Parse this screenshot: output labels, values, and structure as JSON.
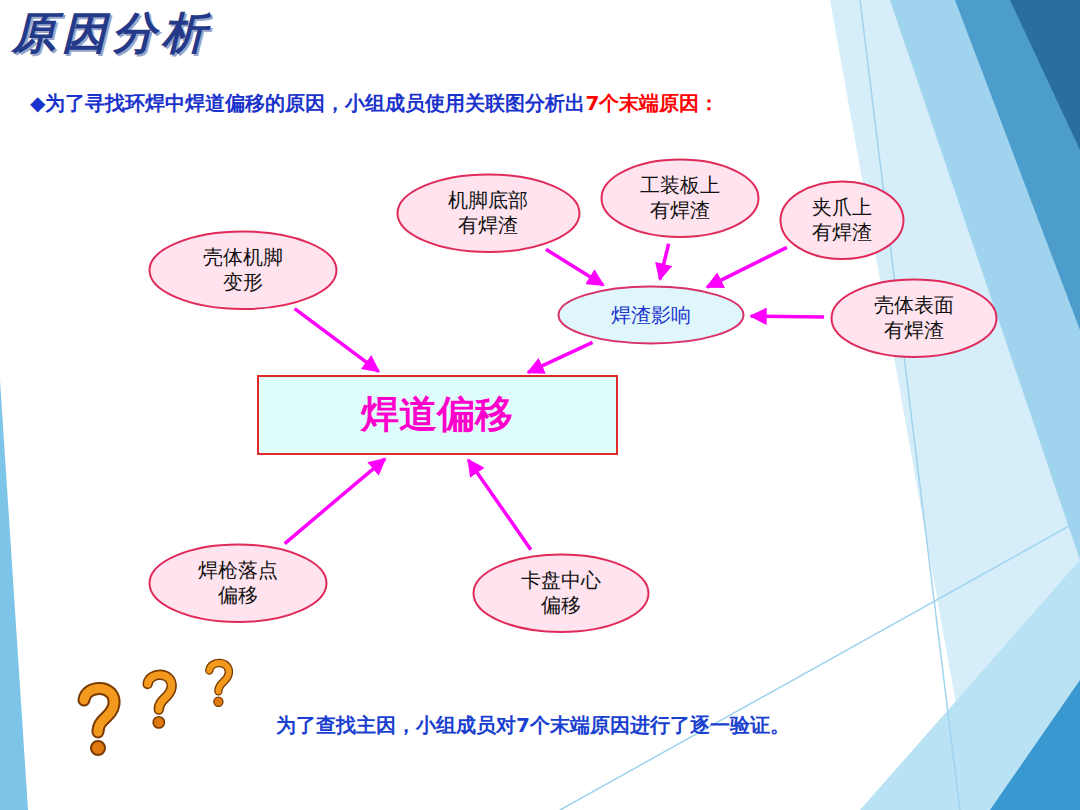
{
  "diagram": {
    "title": "原因分析",
    "caption": "为了查找主因，小组成员对7个末端原因进行了逐一验证。",
    "nodes": [
      {
        "text": [
          "工装板上有焊渣"
        ]
      },
      {
        "text": [
          "机脚底部有焊渣"
        ]
      },
      {
        "text": [
          "夹爪上有焊渣"
        ]
      },
      {
        "text": [
          "壳体机脚变形"
        ]
      },
      {
        "text": [
          "壳体表面有焊渣"
        ]
      },
      {
        "text": [
          "焊渣影响"
        ]
      },
      {
        "text": [
          "焊道偏移"
        ]
      },
      {
        "text": [
          "焊枪落点偏移"
        ]
      },
      {
        "text": [
          "卡盘中心偏移"
        ]
      }
    ],
    "edges": [
      {
        "from": 1,
        "to": 5,
        "arrow": "to"
      },
      {
        "from": 0,
        "to": 5,
        "arrow": "to"
      },
      {
        "from": 2,
        "to": 5,
        "arrow": "to"
      },
      {
        "from": 4,
        "to": 5,
        "arrow": "to"
      },
      {
        "from": 5,
        "to": 6,
        "arrow": "to"
      },
      {
        "from": 3,
        "to": 6,
        "arrow": "to"
      },
      {
        "from": 7,
        "to": 6,
        "arrow": "to"
      },
      {
        "from": 8,
        "to": 6,
        "arrow": "to"
      }
    ],
    "labels": [
      "◆为了寻找环焊中焊道偏移的原因，小组成员使用关联图分析出",
      "7个末端原因："
    ]
  }
}
